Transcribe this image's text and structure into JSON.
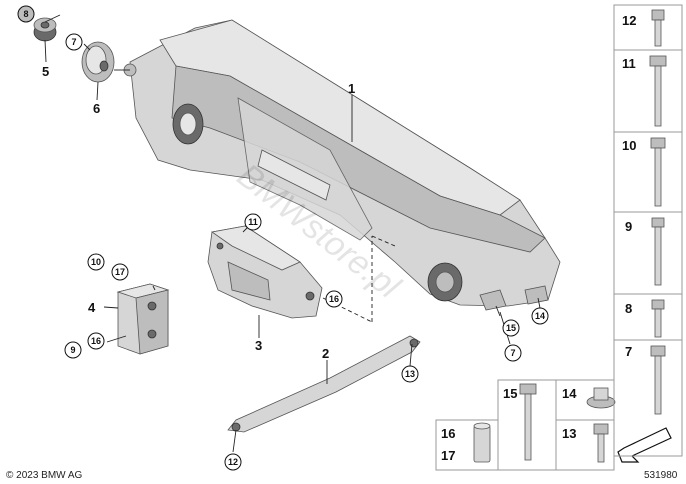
{
  "callouts": {
    "c1": "1",
    "c2": "2",
    "c3": "3",
    "c4": "4",
    "c5": "5",
    "c6": "6",
    "c7a": "7",
    "c7b": "7",
    "c8": "8",
    "c9": "9",
    "c10": "10",
    "c11": "11",
    "c12": "12",
    "c13": "13",
    "c14": "14",
    "c15": "15",
    "c16a": "16",
    "c16b": "16",
    "c17": "17"
  },
  "sidebar": {
    "r12": "12",
    "r11": "11",
    "r10": "10",
    "r9": "9",
    "r8": "8",
    "r7": "7"
  },
  "bottom_panel": {
    "p15": "15",
    "p14": "14",
    "p13": "13",
    "p16": "16",
    "p17": "17"
  },
  "watermark": "BMWstore.pl",
  "copyright": "© 2023 BMW AG",
  "diagram_number": "531980"
}
